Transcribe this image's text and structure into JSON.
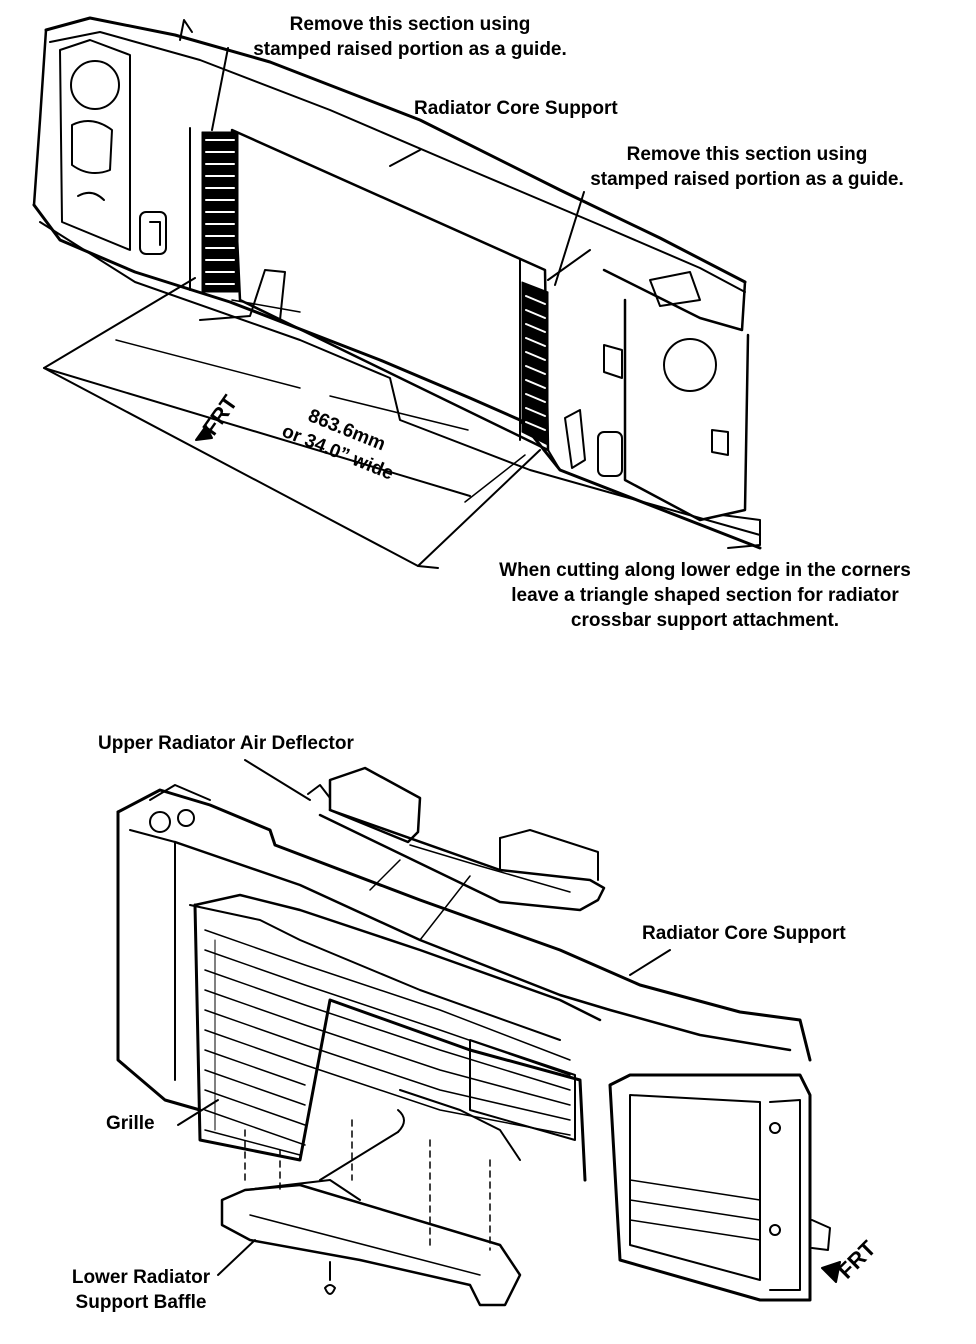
{
  "top_diagram": {
    "label_remove_left": [
      "Remove this section using",
      "stamped raised portion as a guide."
    ],
    "label_core_support": "Radiator Core Support",
    "label_remove_right": [
      "Remove this section using",
      "stamped raised portion as a guide."
    ],
    "dimension": [
      "863.6mm",
      "or 34.0” wide"
    ],
    "frt": "FRT",
    "note_cutting": [
      "When cutting along lower edge in the corners",
      "leave a triangle shaped section for radiator",
      "crossbar support attachment."
    ]
  },
  "bottom_diagram": {
    "label_upper_deflector": "Upper Radiator Air Deflector",
    "label_core_support": "Radiator Core Support",
    "label_grille": "Grille",
    "label_lower_baffle": [
      "Lower Radiator",
      "Support Baffle"
    ],
    "frt": "FRT"
  },
  "colors": {
    "ink": "#000000",
    "paper": "#ffffff"
  }
}
